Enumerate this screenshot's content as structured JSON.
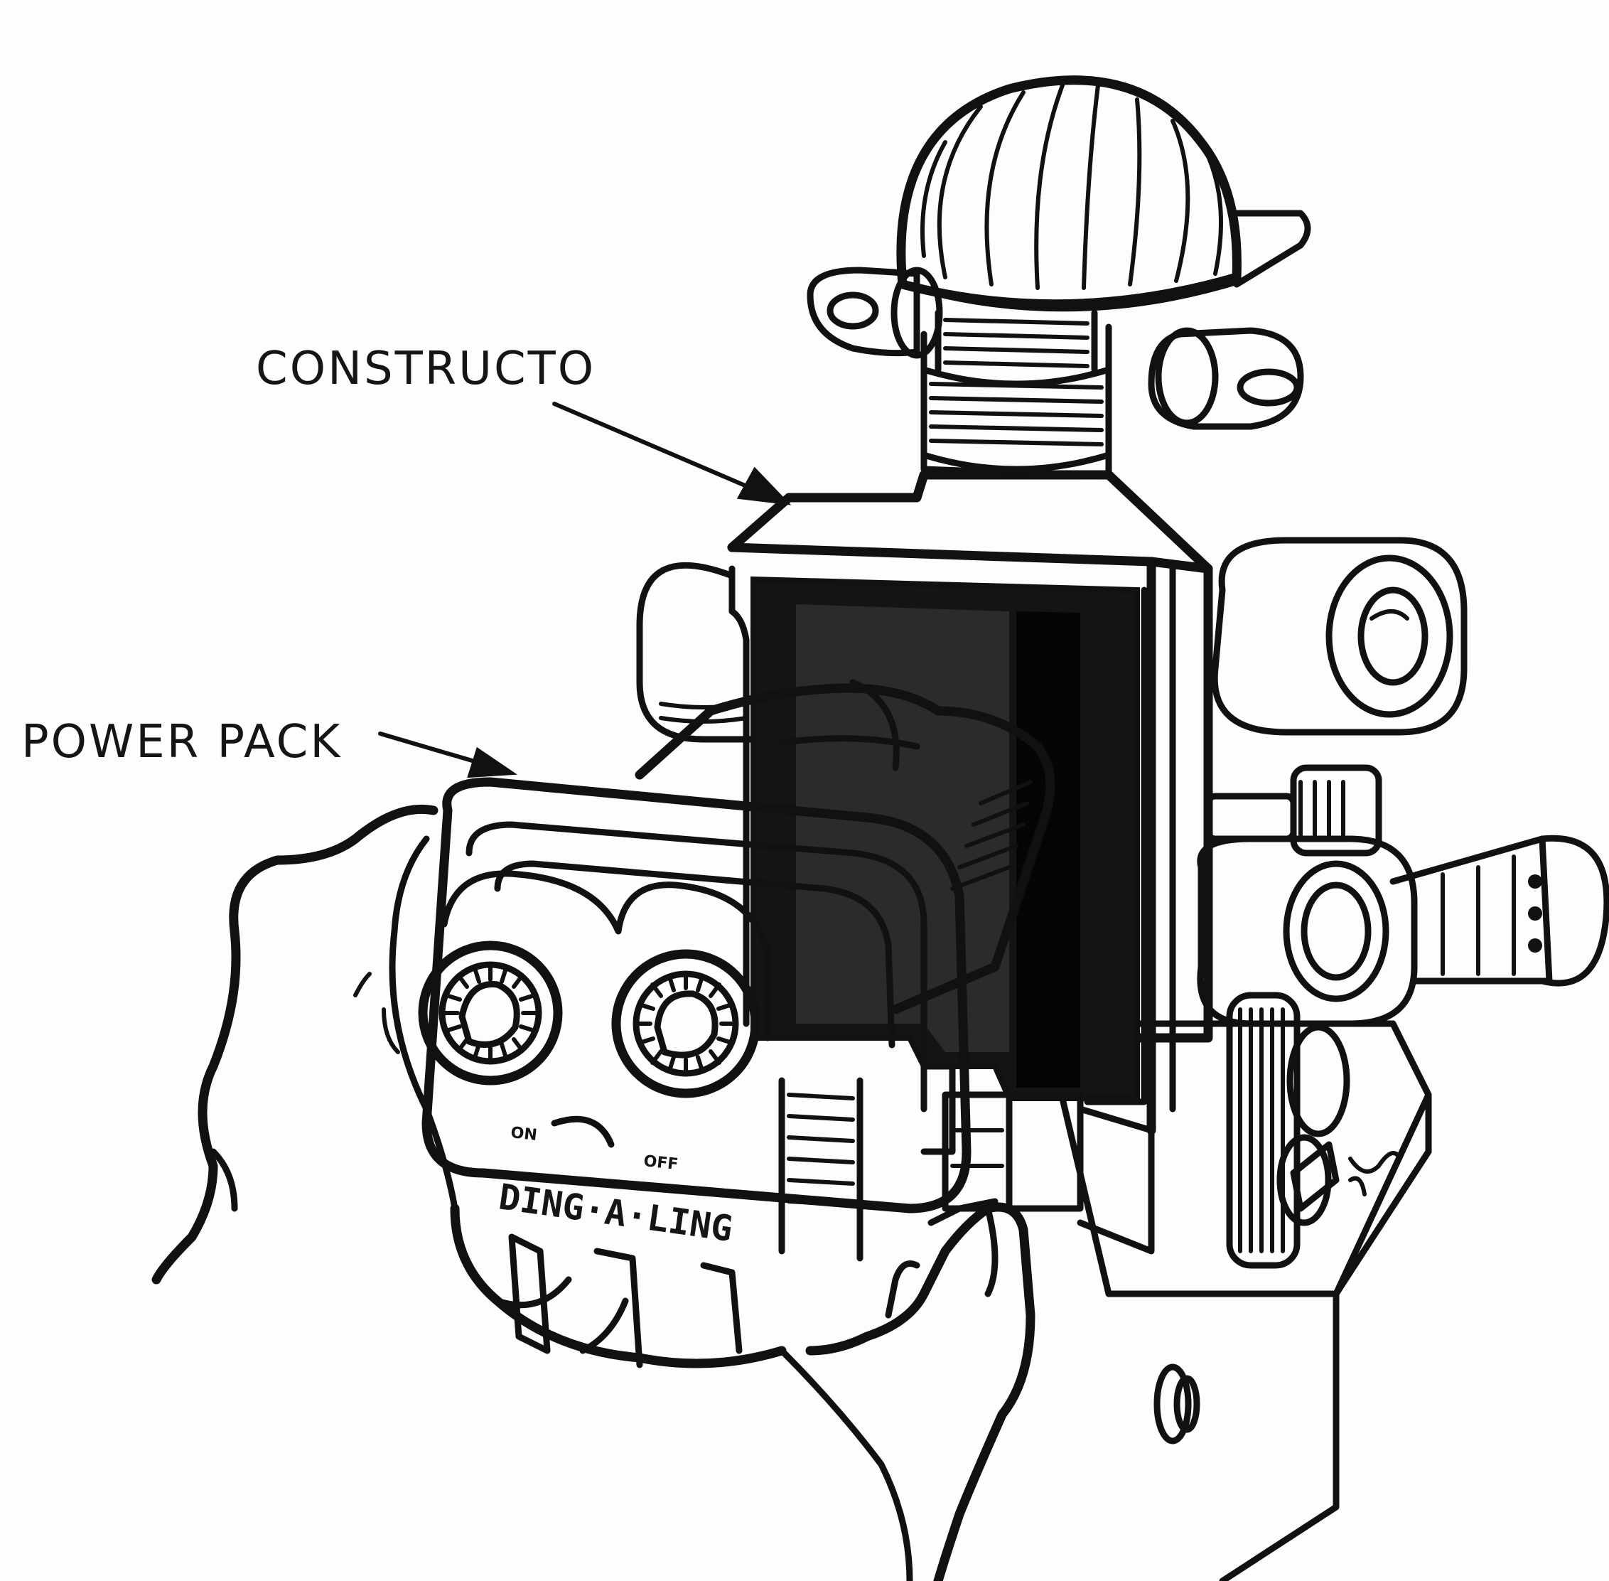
{
  "labels": {
    "constructo": "CONSTRUCTO",
    "power_pack": "POWER PACK"
  },
  "device_markings": {
    "on": "ON",
    "off": "OFF",
    "brand": "DING·A·LING"
  },
  "colors": {
    "ink": "#111111",
    "paper": "#fdfdfb"
  }
}
